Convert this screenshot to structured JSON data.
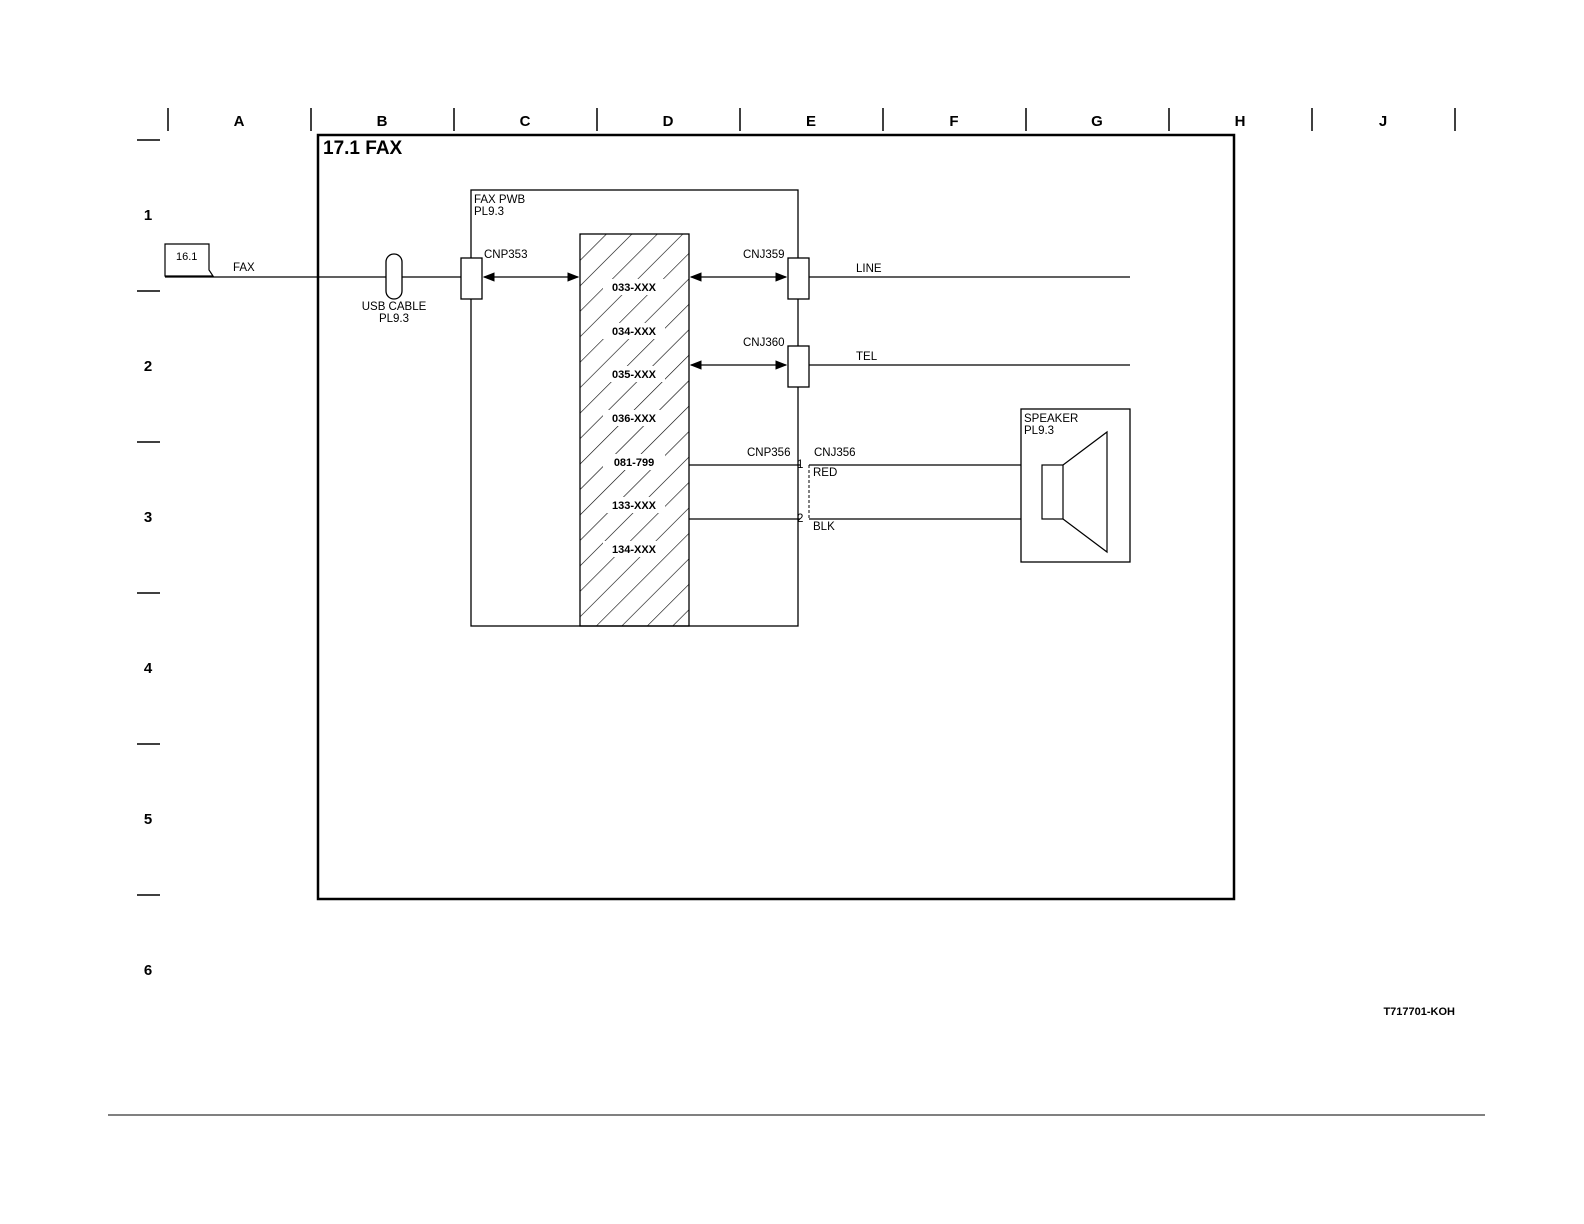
{
  "grid": {
    "columns": [
      "A",
      "B",
      "C",
      "D",
      "E",
      "F",
      "G",
      "H",
      "J"
    ],
    "rows": [
      "1",
      "2",
      "3",
      "4",
      "5",
      "6"
    ]
  },
  "diagram": {
    "title": "17.1 FAX",
    "off_page_ref": "16.1",
    "fax_signal_label": "FAX",
    "usb_cable": {
      "name": "USB CABLE",
      "part": "PL9.3"
    },
    "fax_pwb": {
      "name": "FAX PWB",
      "part": "PL9.3"
    },
    "connectors": {
      "cnp353": "CNP353",
      "cnj359": "CNJ359",
      "cnj360": "CNJ360",
      "cnp356": "CNP356",
      "cnj356": "CNJ356"
    },
    "fault_codes": [
      "033-XXX",
      "034-XXX",
      "035-XXX",
      "036-XXX",
      "081-799",
      "133-XXX",
      "134-XXX"
    ],
    "line_label": "LINE",
    "tel_label": "TEL",
    "speaker": {
      "name": "SPEAKER",
      "part": "PL9.3"
    },
    "pins": {
      "pin1": "1",
      "pin2": "2"
    },
    "wires": {
      "red": "RED",
      "blk": "BLK"
    }
  },
  "footer": {
    "figure_id": "T717701-KOH"
  }
}
